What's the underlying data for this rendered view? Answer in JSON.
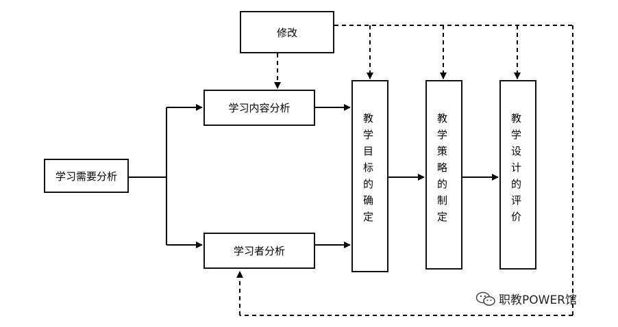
{
  "diagram": {
    "revise": "修改",
    "needs_analysis": "学习需要分析",
    "content_analysis": "学习内容分析",
    "learner_analysis": "学习者分析",
    "objectives": "教学目标的确定",
    "strategy": "教学策略的制定",
    "evaluation": "教学设计的评价"
  },
  "watermark": {
    "text": "职教POWER馆",
    "icon": "wechat-icon"
  }
}
